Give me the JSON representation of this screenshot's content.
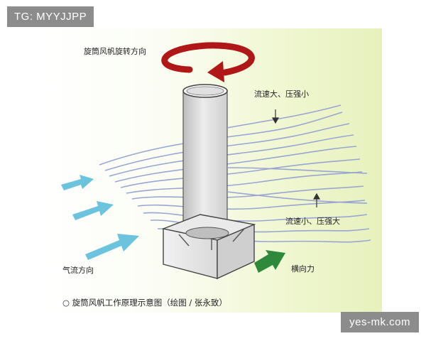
{
  "watermarks": {
    "top_left": "TG: MYYJJPP",
    "bottom_right": "yes-mk.com"
  },
  "diagram": {
    "rotation_label": "旋筒风帆旋转方向",
    "fast_flow_label": "流速大、压强小",
    "slow_flow_label": "流速小、压强大",
    "inflow_label": "气流方向",
    "force_label": "横向力",
    "caption": "○ 旋筒风帆工作原理示意图（绘图 / 张永致）"
  },
  "colors": {
    "rotation_arrow": "#b01818",
    "flow_lines": "#9aa6d2",
    "inflow_arrows": "#6cc3de",
    "force_arrow": "#2e8a3a",
    "cylinder": "#dcdcdc"
  }
}
